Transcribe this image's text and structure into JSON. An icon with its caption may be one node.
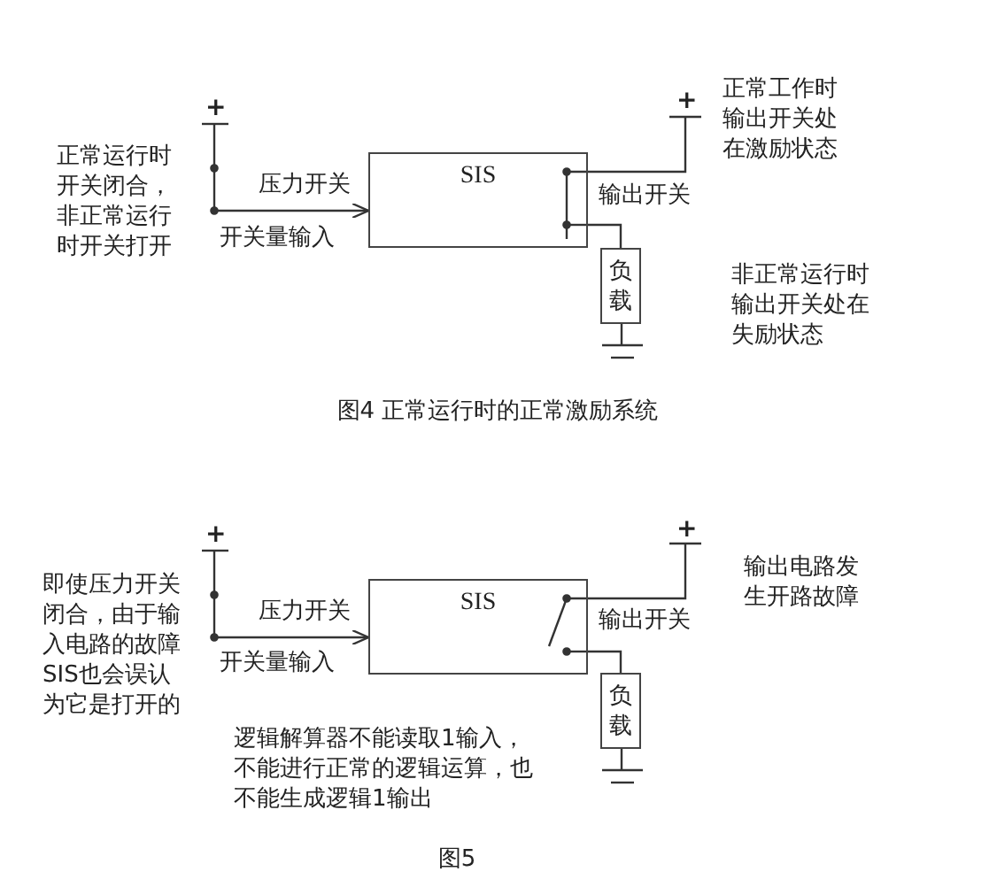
{
  "diagram": {
    "nodes": [
      {
        "text": [
          "SIS"
        ]
      },
      {
        "text": [
          "负载"
        ]
      },
      {
        "text": [
          "SIS"
        ]
      },
      {
        "text": [
          "负载"
        ]
      }
    ],
    "edges": [
      {
        "from": null,
        "to": 0,
        "arrow": "to",
        "label": "开关量输入"
      },
      {
        "from": 0,
        "to": 1,
        "arrow": "none"
      },
      {
        "from": null,
        "to": 2,
        "arrow": "to",
        "label": "开关量输入"
      },
      {
        "from": 2,
        "to": 3,
        "arrow": "none"
      }
    ],
    "labels": [
      "+",
      "正常运行时开关闭合，非正常运行时开关打开",
      "压力开关",
      "+",
      "正常工作时输出开关处在激励状态",
      "输出开关",
      "非正常运行时输出开关处在失励状态",
      "图4  正常运行时的正常激励系统",
      "+",
      "即使压力开关闭合，由于输入电路的故障SIS也会误认为它是打开的",
      "压力开关",
      "+",
      "输出电路发生开路故障",
      "输出开关",
      "逻辑解算器不能读取1输入，不能进行正常的逻辑运算，也不能生成逻辑1输出",
      "图5"
    ]
  }
}
